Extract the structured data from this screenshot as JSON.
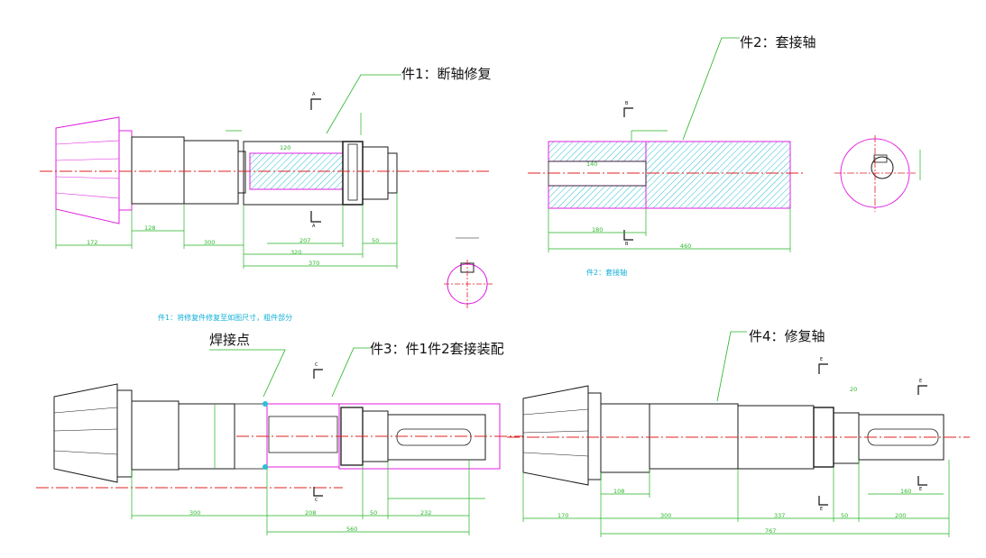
{
  "colors": {
    "outline": "#1a1a1a",
    "dimension": "#22b322",
    "pink": "#e020e0",
    "hatch": "#2bbfd6",
    "centerline": "#e02020",
    "note": "#12b0d8"
  },
  "titles": {
    "part1": "件1：断轴修复",
    "part2": "件2：套接轴",
    "part3": "件3：件1件2套接装配",
    "part4": "件4：修复轴",
    "weld": "焊接点"
  },
  "notes": {
    "part1_note": "件1：将修复件修复至如图尺寸，粗件部分",
    "part2_note": "件2：套接轴"
  },
  "dimensions": {
    "p1": [
      "172",
      "128",
      "300",
      "207",
      "320",
      "370",
      "50",
      "120"
    ],
    "p2": [
      "140",
      "180",
      "460"
    ],
    "p3": [
      "300",
      "208",
      "50",
      "232",
      "560"
    ],
    "p4": [
      "170",
      "108",
      "300",
      "337",
      "50",
      "200",
      "160",
      "767",
      "20"
    ]
  },
  "section_marks": [
    "A",
    "A",
    "B",
    "B",
    "C",
    "C",
    "E",
    "E",
    "E",
    "E"
  ]
}
